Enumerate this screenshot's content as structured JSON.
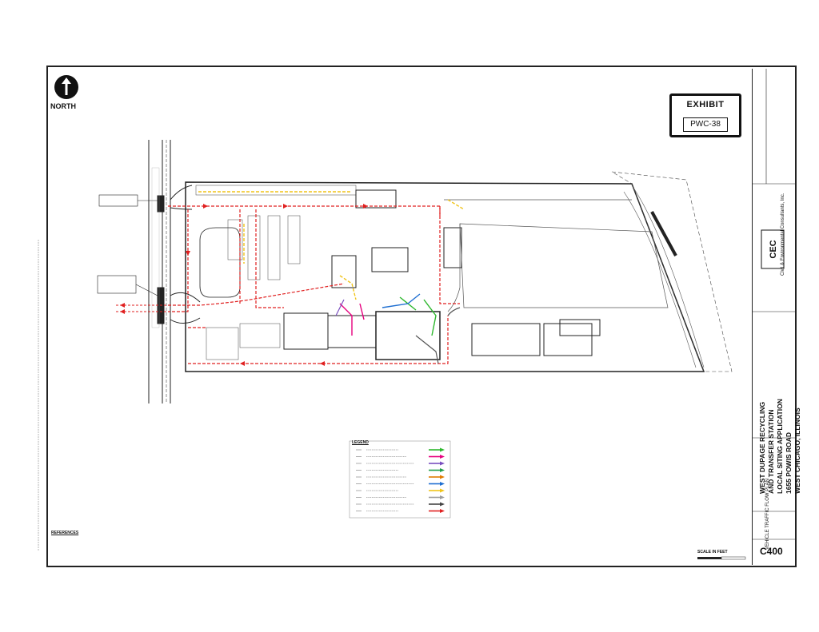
{
  "north": {
    "label": "NORTH"
  },
  "exhibit": {
    "title": "EXHIBIT",
    "number": "PWC-38"
  },
  "title_block": {
    "project_title_lines": [
      "WEST DUPAGE RECYCLING",
      "AND TRANSFER STATION",
      "LOCAL SITING APPLICATION",
      "1655 POWIS ROAD",
      "WEST CHICAGO, ILLINOIS"
    ],
    "sheet_title": "VEHICLE TRAFFIC FLOW PLAN",
    "sheet_number": "C400",
    "firm": "Civil & Environmental Consultants, Inc.",
    "logo_text": "CEC"
  },
  "legend": {
    "title": "LEGEND",
    "colors": [
      "#2eb82e",
      "#e6007e",
      "#7a4fbf",
      "#1f9e4a",
      "#e07b00",
      "#1f6fd1",
      "#f0c419",
      "#9c9c9c",
      "#444444",
      "#e02020"
    ]
  },
  "references": {
    "title": "REFERENCES"
  },
  "scale": {
    "label": "SCALE IN FEET"
  },
  "colors": {
    "route_red": "#e02020",
    "line": "#222222",
    "yellow": "#f0c419",
    "green": "#2eb82e",
    "magenta": "#e6007e",
    "blue": "#1f6fd1"
  }
}
